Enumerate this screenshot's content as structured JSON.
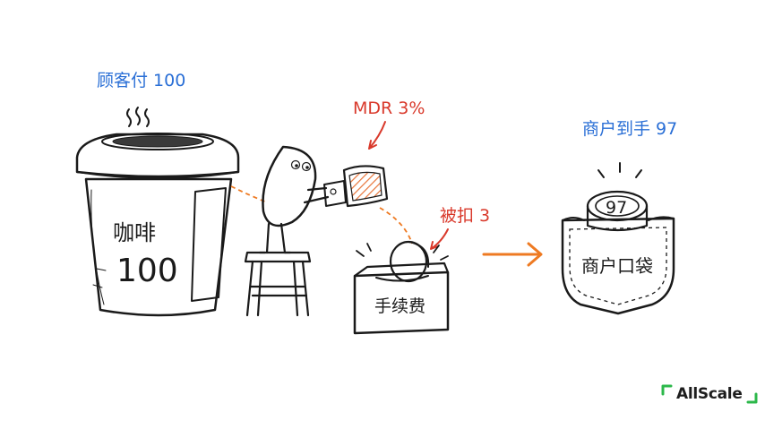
{
  "labels": {
    "customer_pays": "顾客付 100",
    "coffee_name": "咖啡",
    "coffee_price": "100",
    "mdr_rate": "MDR 3%",
    "deducted": "被扣 3",
    "fee_box": "手续费",
    "merchant_receives": "商户到手 97",
    "coin_value": "97",
    "merchant_pocket": "商户口袋"
  },
  "brand": {
    "name": "AllScale",
    "accent_color": "#2db84b"
  },
  "colors": {
    "label_blue": "#2a6fd6",
    "label_red": "#d9392b",
    "arrow_orange": "#ee7a22",
    "character_green": "#2e9a3c",
    "hatch_orange": "#e8753a"
  },
  "icons": [
    "steam-icon",
    "dashed-trail-icon",
    "arrow-right-icon"
  ]
}
